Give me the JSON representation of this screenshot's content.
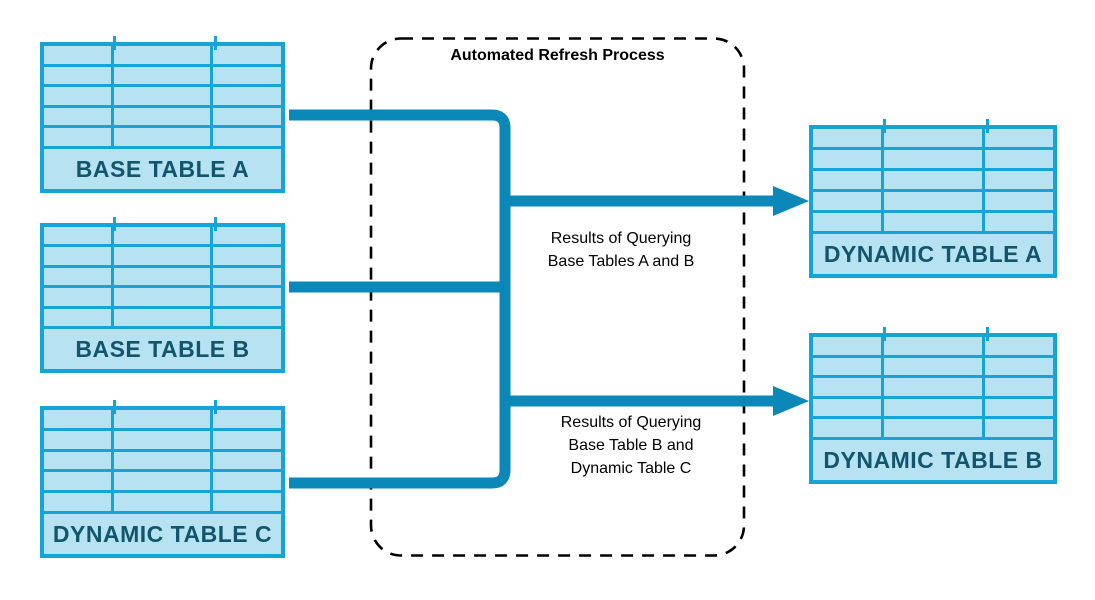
{
  "colors": {
    "background": "#ffffff",
    "table_border": "#16a3d8",
    "table_fill": "#b7e2f1",
    "label_text": "#11566d",
    "connector": "#0b87b8",
    "dash": "#000000",
    "text": "#000000"
  },
  "process_box": {
    "title": "Automated Refresh Process"
  },
  "tables": {
    "base_a": {
      "label": "BASE TABLE A"
    },
    "base_b": {
      "label": "BASE TABLE B"
    },
    "dynamic_c": {
      "label": "DYNAMIC TABLE C"
    },
    "dynamic_a": {
      "label": "DYNAMIC TABLE A"
    },
    "dynamic_b": {
      "label": "DYNAMIC TABLE B"
    }
  },
  "annotations": {
    "query_ab": "Results of Querying\nBase Tables A and B",
    "query_bc": "Results of Querying\nBase Table B and\nDynamic Table C"
  }
}
